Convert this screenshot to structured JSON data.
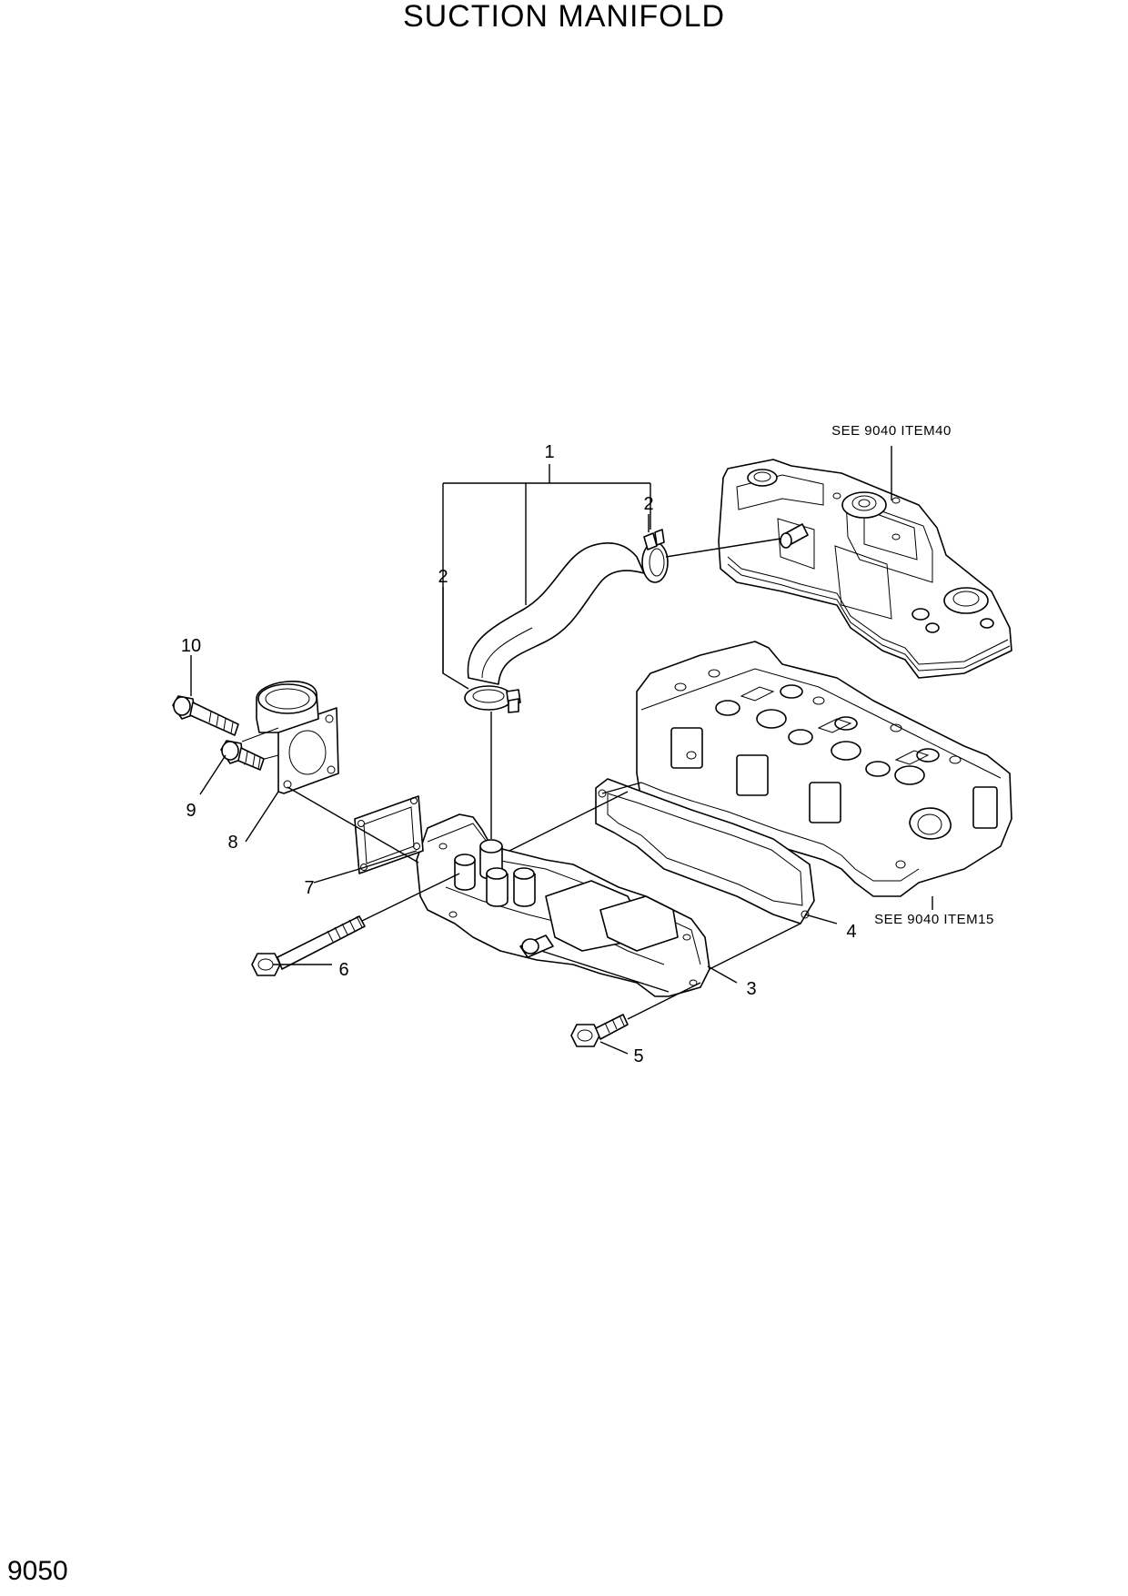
{
  "title": "SUCTION MANIFOLD",
  "page_number": "9050",
  "callouts": {
    "c1": "1",
    "c2a": "2",
    "c2b": "2",
    "c3": "3",
    "c4": "4",
    "c5": "5",
    "c6": "6",
    "c7": "7",
    "c8": "8",
    "c9": "9",
    "c10": "10"
  },
  "references": {
    "ref_top": "SEE 9040 ITEM40",
    "ref_bottom": "SEE 9040 ITEM15"
  }
}
